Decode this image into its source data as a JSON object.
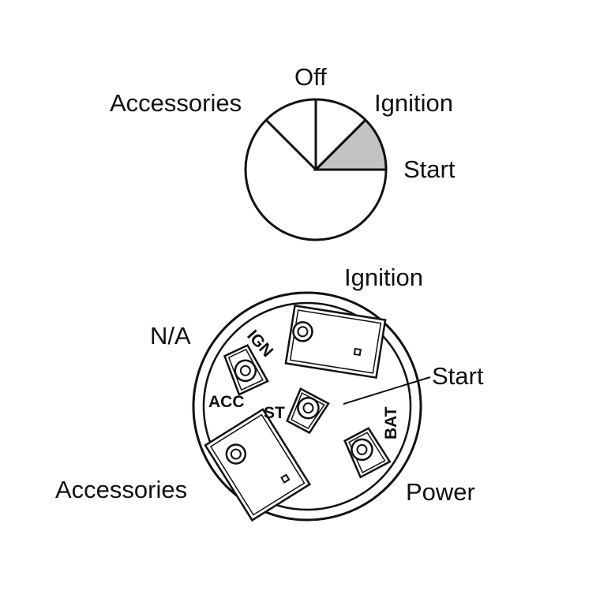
{
  "key_positions": {
    "off": "Off",
    "accessories": "Accessories",
    "ignition": "Ignition",
    "start": "Start"
  },
  "switch_wiring": {
    "callouts": {
      "ignition": "Ignition",
      "na": "N/A",
      "start": "Start",
      "accessories": "Accessories",
      "power": "Power"
    },
    "terminals": {
      "ign": "IGN",
      "acc": "ACC",
      "st": "ST",
      "bat": "BAT"
    }
  },
  "colors": {
    "line": "#111111",
    "start_sector_fill": "#c3c3c3",
    "background": "#ffffff"
  }
}
